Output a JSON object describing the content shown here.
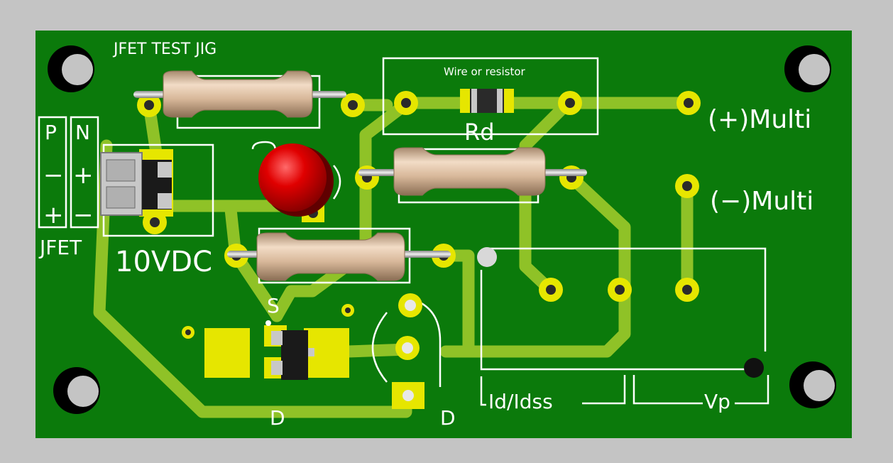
{
  "board": {
    "colors": {
      "background": "#c4c4c4",
      "substrate": "#0b7a0b",
      "trace": "#8fc227",
      "pad": "#e6e600",
      "silk": "#ffffff",
      "hole": "#2a2a2a",
      "resistor_body": "#d8b89a",
      "led": "#e00000"
    },
    "labels": {
      "title": "JFET TEST JIG",
      "wire_or_resistor": "Wire or resistor",
      "rd": "Rd",
      "multi_plus": "(+)Multi",
      "multi_minus": "(−)Multi",
      "col_p": "P",
      "col_n": "N",
      "p_top_sign": "−",
      "n_top_sign": "+",
      "p_bottom_sign": "+",
      "n_bottom_sign": "−",
      "jfet": "JFET",
      "supply": "10VDC",
      "source": "S",
      "drain_smd": "D",
      "drain_to92": "D",
      "id_idss": "Id/Idss",
      "vp": "Vp"
    }
  }
}
